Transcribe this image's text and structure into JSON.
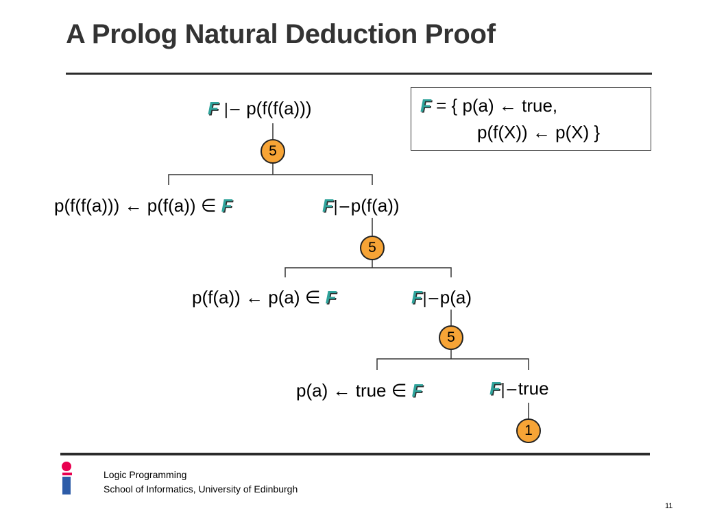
{
  "slide": {
    "title": "A Prolog Natural Deduction Proof",
    "page_number": "11"
  },
  "footer": {
    "line1": "Logic Programming",
    "line2": "School of Informatics, University of Edinburgh"
  },
  "symbols": {
    "F": "F",
    "turnstile": "|−",
    "arrow": "←",
    "elem": "∈"
  },
  "facts_box": {
    "line1_prefix": "= { p(a) ",
    "line1_suffix": " true,",
    "line2_prefix": "p(f(X)) ",
    "line2_suffix": " p(X) }"
  },
  "proof": {
    "root_goal": "p(f(f(a)))",
    "levels": [
      {
        "rule_number": "5",
        "clause_head": "p(f(f(a)))",
        "clause_body": "p(f(a))",
        "subgoal": "p(f(a))"
      },
      {
        "rule_number": "5",
        "clause_head": "p(f(a))",
        "clause_body": "p(a)",
        "subgoal": "p(a)"
      },
      {
        "rule_number": "5",
        "clause_head": "p(a)",
        "clause_body": "true",
        "subgoal": "true"
      }
    ],
    "final_rule_number": "1"
  },
  "colors": {
    "F_accent": "#2fa39b",
    "node_fill": "#f7a436",
    "title": "#333333",
    "logo_red": "#e8004f",
    "logo_blue": "#2d5ca8"
  }
}
